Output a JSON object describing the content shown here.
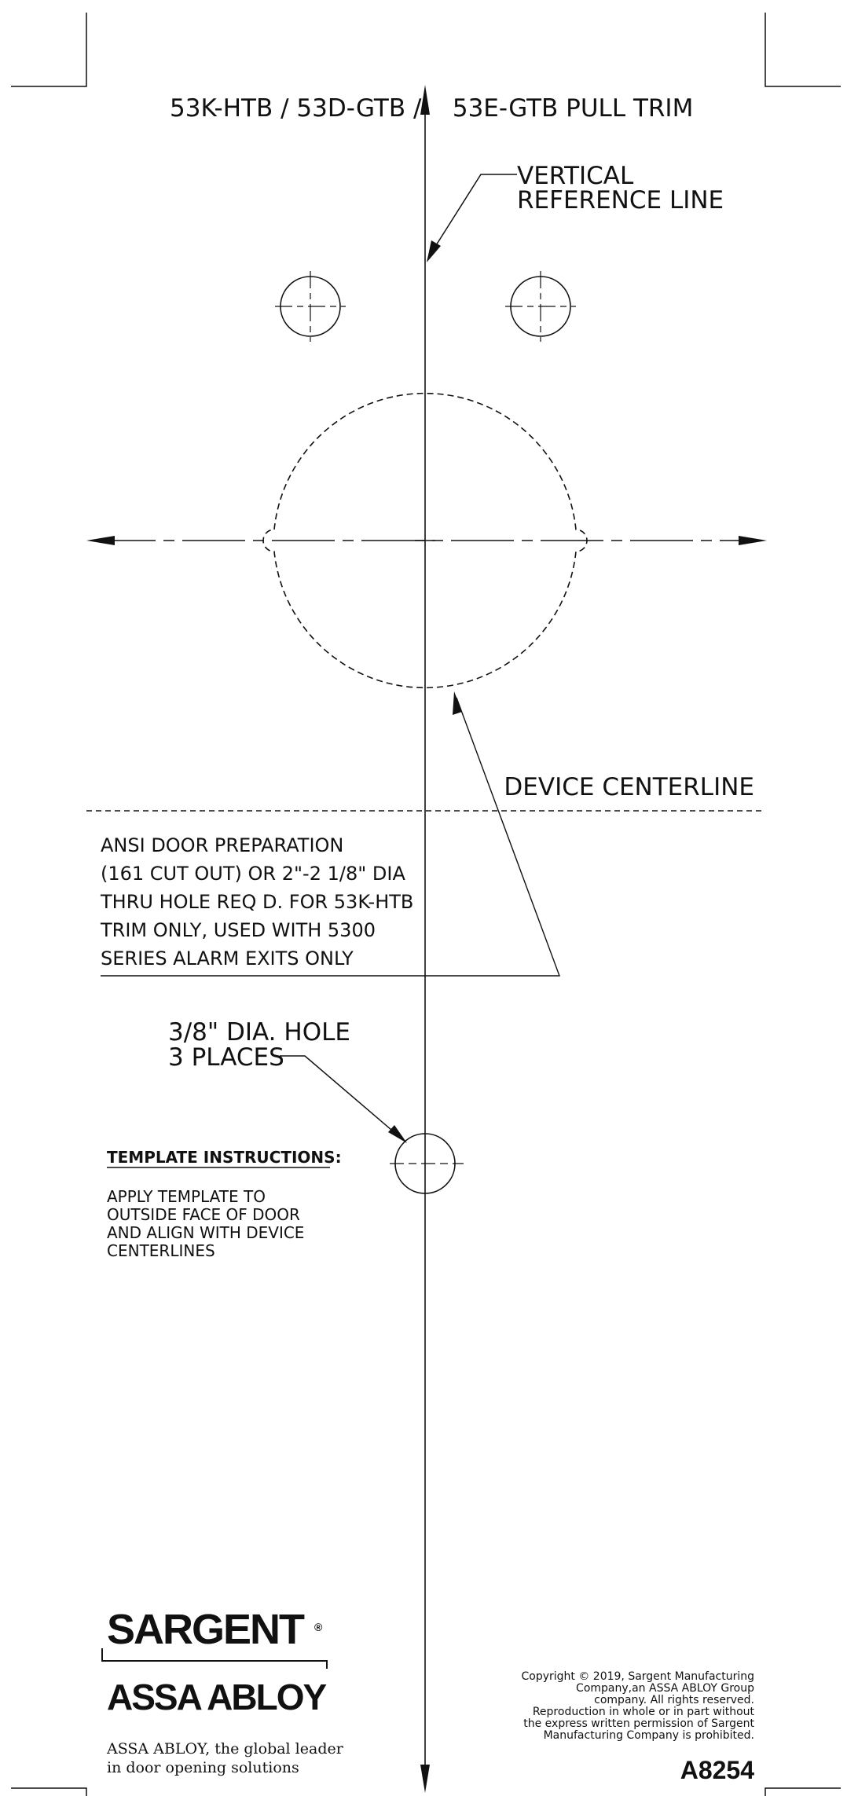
{
  "title": "53K-HTB / 53D-GTB /    53E-GTB PULL TRIM",
  "vertical_ref": [
    "VERTICAL",
    "REFERENCE LINE"
  ],
  "device_centerline": "DEVICE CENTERLINE",
  "ansi_note": [
    "ANSI DOOR PREPARATION",
    "(161 CUT OUT) OR 2\"-2 1/8\" DIA",
    "THRU HOLE REQ D. FOR 53K-HTB",
    "TRIM ONLY, USED WITH 5300",
    "SERIES ALARM EXITS ONLY"
  ],
  "hole_note": [
    "3/8\" DIA. HOLE",
    "3 PLACES"
  ],
  "instructions": {
    "heading": "TEMPLATE INSTRUCTIONS:",
    "lines": [
      "APPLY TEMPLATE TO",
      "OUTSIDE FACE OF DOOR",
      "AND ALIGN WITH DEVICE",
      "CENTERLINES"
    ]
  },
  "brand": {
    "name": "SARGENT",
    "reg": "®",
    "parent": "ASSA ABLOY",
    "tagline": [
      "ASSA ABLOY, the global leader",
      "in door opening solutions"
    ]
  },
  "copyright": [
    "Copyright © 2019, Sargent Manufacturing",
    "Company,an ASSA ABLOY Group",
    "company. All rights reserved.",
    "Reproduction in whole or in part without",
    "the express written permission of Sargent",
    "Manufacturing Company is prohibited."
  ],
  "doc_number": "A8254"
}
